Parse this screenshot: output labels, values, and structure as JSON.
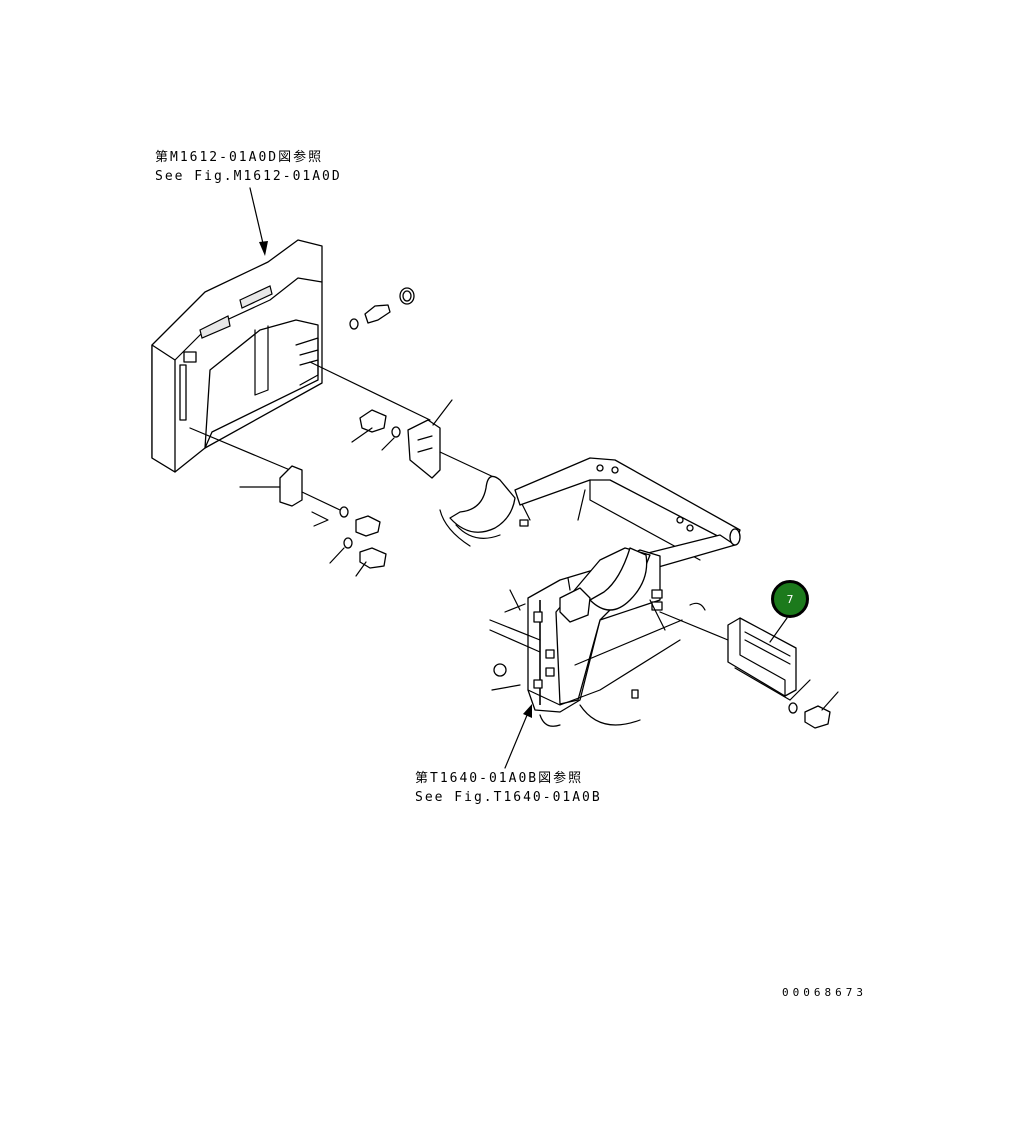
{
  "references": {
    "top_jp": "第M1612-01A0D図参照",
    "top_en": "See Fig.M1612-01A0D",
    "bottom_jp": "第T1640-01A0B図参照",
    "bottom_en": "See Fig.T1640-01A0B"
  },
  "callout": {
    "label": "7",
    "color": "#1c7a1c"
  },
  "drawing_number": "00068673"
}
